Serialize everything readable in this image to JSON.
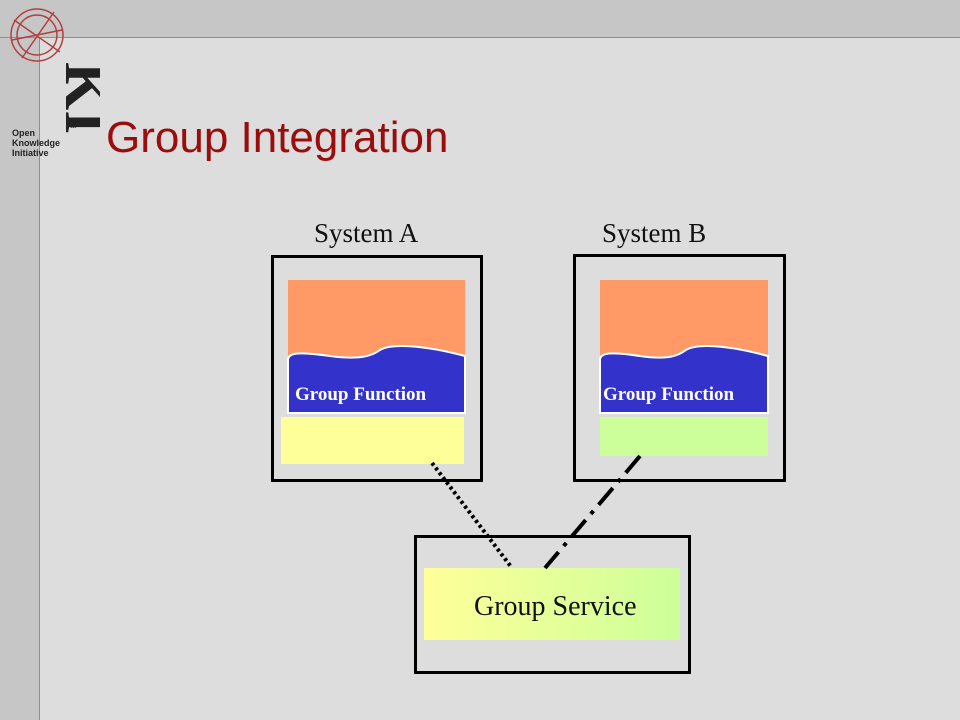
{
  "slide": {
    "title": "Group Integration"
  },
  "logo": {
    "letters": "KI",
    "tm": "TM",
    "lines": [
      "Open",
      "Knowledge",
      "Initiative"
    ]
  },
  "diagram": {
    "system_a": {
      "label": "System A",
      "function_label": "Group Function"
    },
    "system_b": {
      "label": "System B",
      "function_label": "Group Function"
    },
    "service": {
      "label": "Group Service"
    }
  },
  "colors": {
    "title": "#9b0d0d",
    "orange": "#ff9966",
    "blue": "#3333cc",
    "yellow": "#ffff99",
    "green": "#ccff99"
  }
}
